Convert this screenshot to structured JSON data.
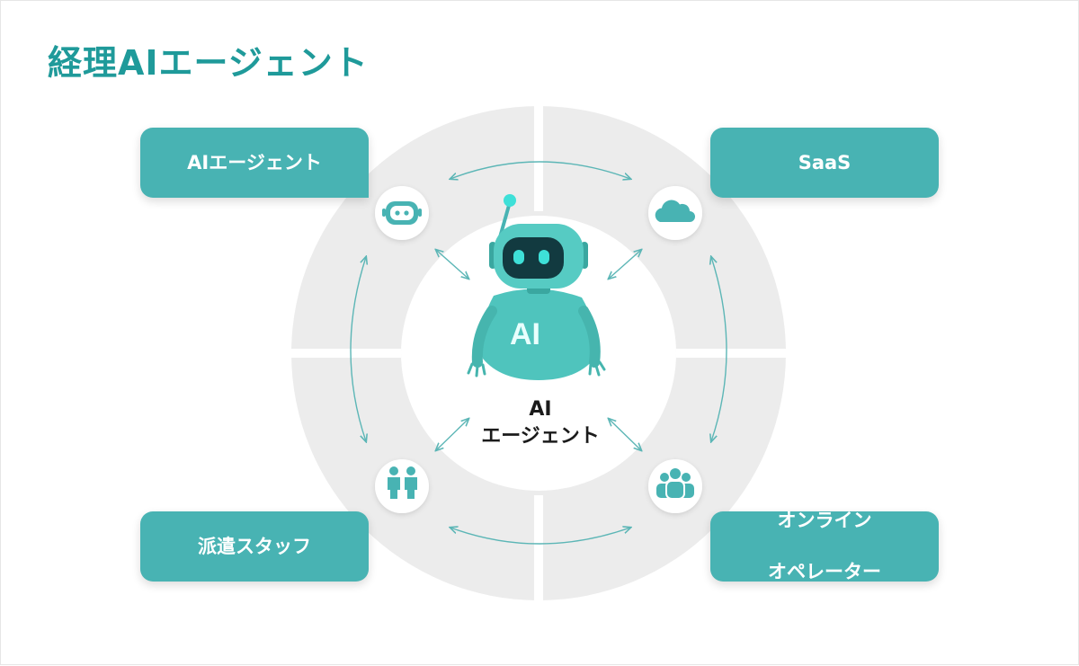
{
  "title": "経理AIエージェント",
  "nodes": {
    "top_left": "AIエージェント",
    "top_right": "SaaS",
    "bottom_left": "派遣スタッフ",
    "bottom_right_line1": "オンライン",
    "bottom_right_line2": "オペレーター"
  },
  "center": {
    "robot_chest_text": "AI",
    "label_line1": "AI",
    "label_line2": "エージェント"
  },
  "icons": [
    "robot-face-icon",
    "cloud-icon",
    "people-pair-icon",
    "group-icon",
    "robot-icon"
  ],
  "colors": {
    "accent": "#48b3b3",
    "title": "#1f9a9a",
    "ring": "#ececec",
    "arrow": "#5cb6b6",
    "robot": "#4fc4bd"
  }
}
